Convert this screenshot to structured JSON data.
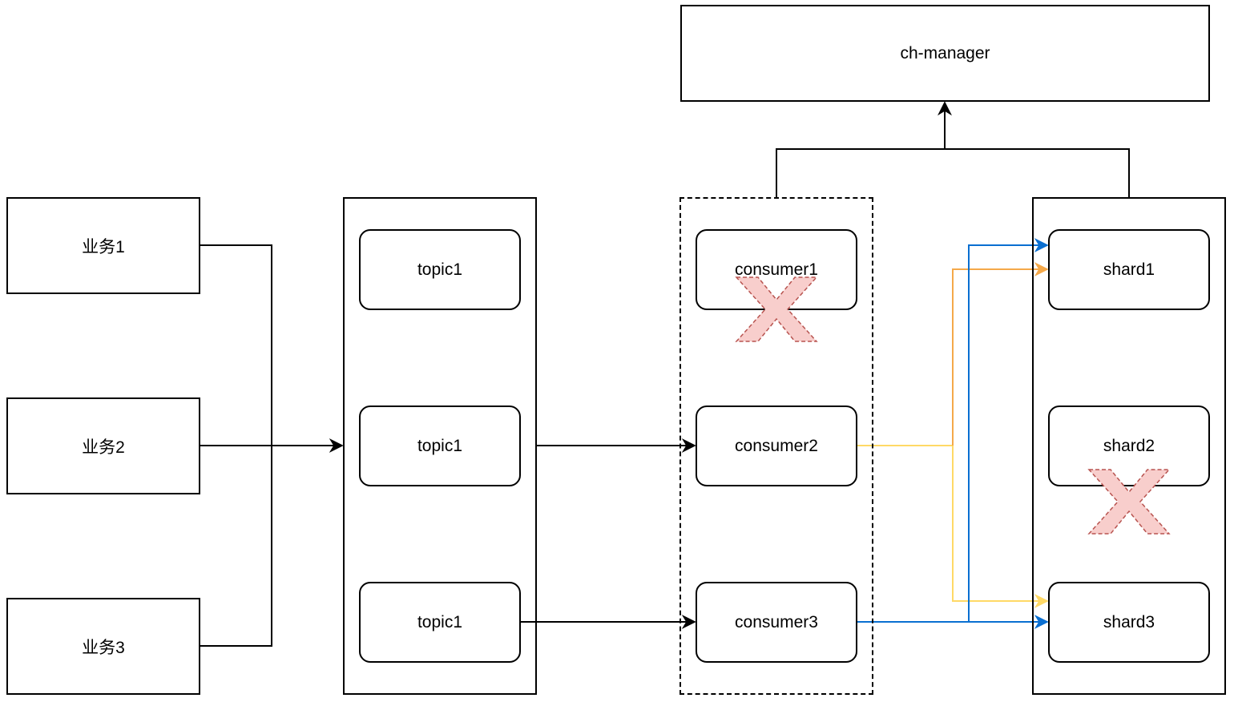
{
  "manager": {
    "label": "ch-manager"
  },
  "business": [
    {
      "label": "业务1"
    },
    {
      "label": "业务2"
    },
    {
      "label": "业务3"
    }
  ],
  "topics": [
    {
      "label": "topic1"
    },
    {
      "label": "topic1"
    },
    {
      "label": "topic1"
    }
  ],
  "consumers": [
    {
      "label": "consumer1",
      "failed": true
    },
    {
      "label": "consumer2",
      "failed": false
    },
    {
      "label": "consumer3",
      "failed": false
    }
  ],
  "shards": [
    {
      "label": "shard1",
      "failed": false
    },
    {
      "label": "shard2",
      "failed": true
    },
    {
      "label": "shard3",
      "failed": false
    }
  ],
  "colors": {
    "line": "#000000",
    "route_yellow": "#FFD966",
    "route_orange": "#F5A94A",
    "route_blue": "#0A6FD1",
    "fail_mark_fill": "#F8CECC",
    "fail_mark_stroke": "#B85450"
  }
}
